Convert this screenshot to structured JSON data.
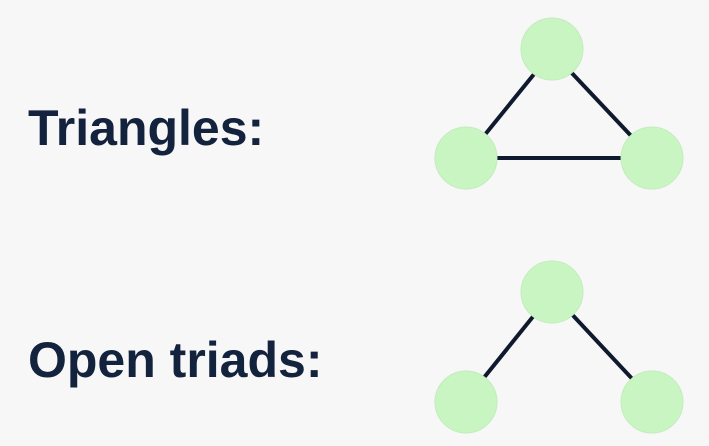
{
  "sections": [
    {
      "label": "Triangles:",
      "graph": {
        "nodes": [
          "top",
          "left",
          "right"
        ],
        "edges": [
          [
            "top",
            "left"
          ],
          [
            "top",
            "right"
          ],
          [
            "left",
            "right"
          ]
        ],
        "node_color": "#c9f5c2",
        "edge_color": "#101a2e"
      }
    },
    {
      "label": "Open triads:",
      "graph": {
        "nodes": [
          "top",
          "left",
          "right"
        ],
        "edges": [
          [
            "top",
            "left"
          ],
          [
            "top",
            "right"
          ]
        ],
        "node_color": "#c9f5c2",
        "edge_color": "#101a2e"
      }
    }
  ],
  "colors": {
    "background": "#f7f7f7",
    "text": "#13223d"
  }
}
